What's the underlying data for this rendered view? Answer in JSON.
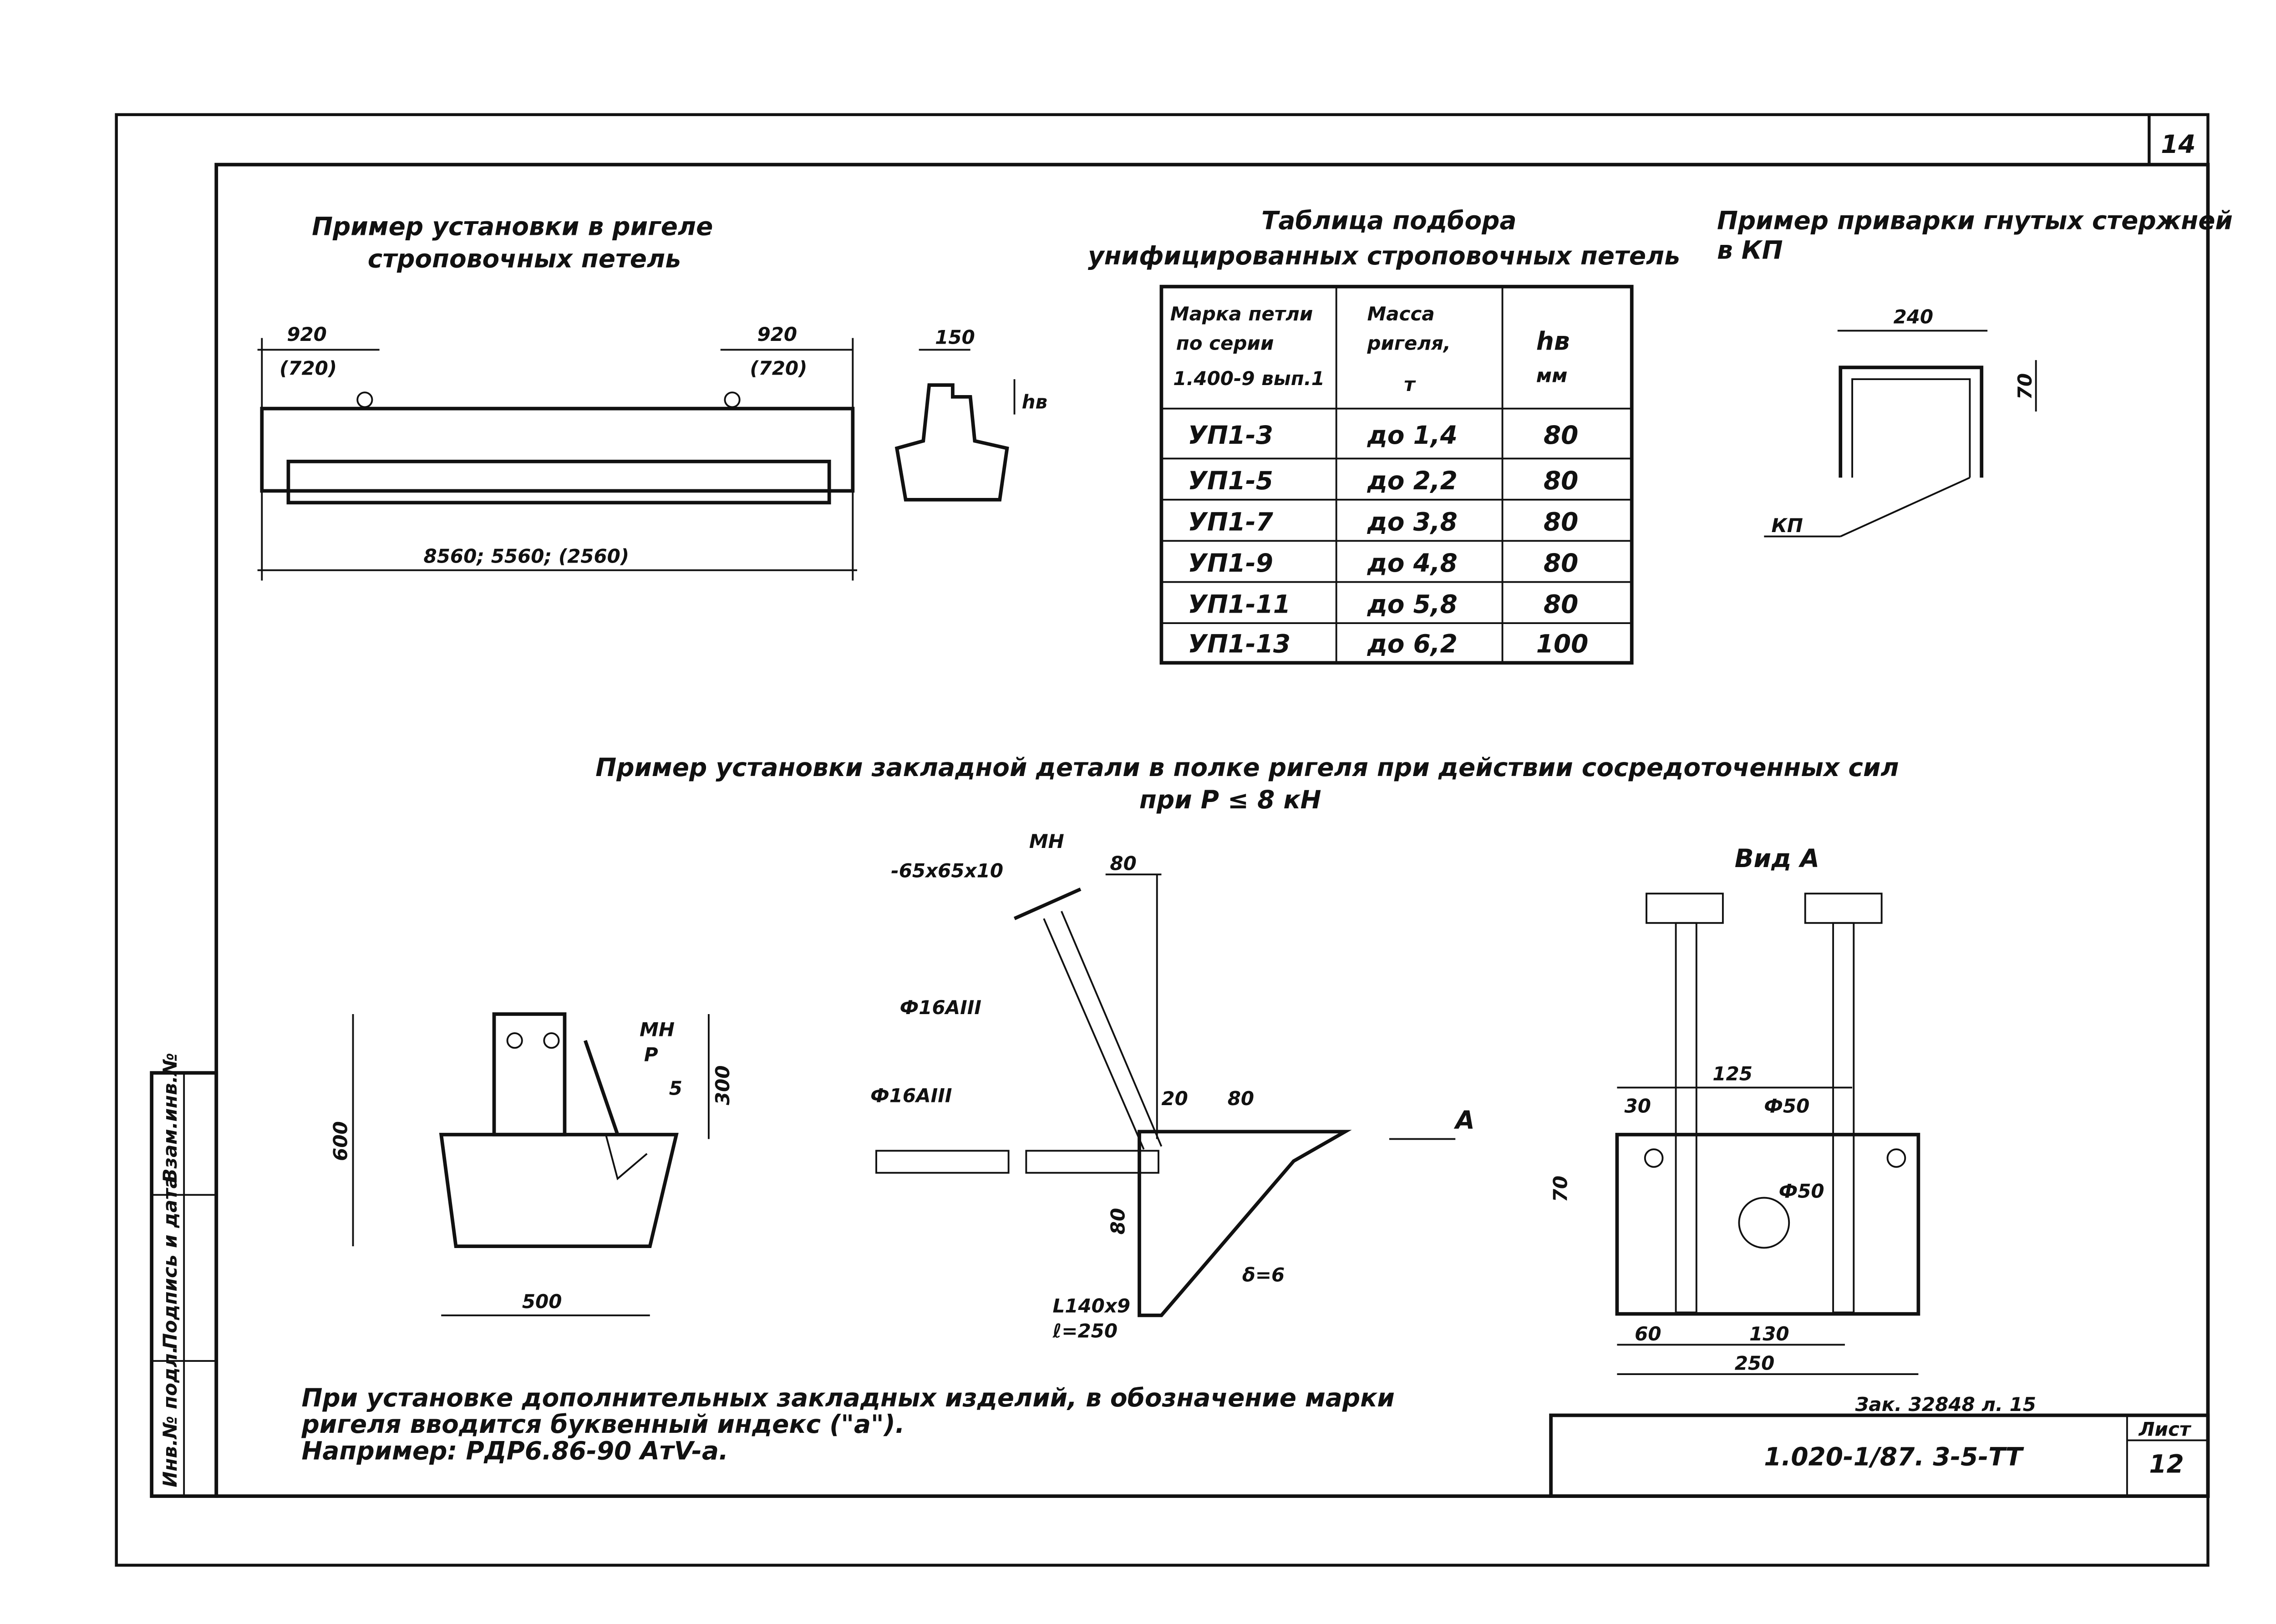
{
  "sheet_number": "14",
  "loops_example": {
    "title_1": "Пример установки в ригеле",
    "title_2": "строповочных петель",
    "dim_left": "920",
    "dim_left_alt": "(720)",
    "dim_right": "920",
    "dim_right_alt": "(720)",
    "dim_length": "8560; 5560; (2560)",
    "dim_section": "150",
    "hv": "hв"
  },
  "table": {
    "title_1": "Таблица подбора",
    "title_2": "унифицированных строповочных петель",
    "headers": [
      [
        "Марка петли",
        "по серии",
        "1.400-9 вып.1"
      ],
      [
        "Масса",
        "ригеля,",
        "т"
      ],
      [
        "hв",
        "мм"
      ]
    ],
    "rows": [
      [
        "УП1-3",
        "до 1,4",
        "80"
      ],
      [
        "УП1-5",
        "до 2,2",
        "80"
      ],
      [
        "УП1-7",
        "до 3,8",
        "80"
      ],
      [
        "УП1-9",
        "до 4,8",
        "80"
      ],
      [
        "УП1-11",
        "до 5,8",
        "80"
      ],
      [
        "УП1-13",
        "до 6,2",
        "100"
      ]
    ]
  },
  "bent_bars": {
    "title_1": "Пример приварки гнутых стержней",
    "title_2": "в КП",
    "dim_width": "240",
    "dim_height": "70",
    "label": "КП"
  },
  "embedded": {
    "title_1": "Пример установки закладной детали в полке ригеля при действии сосредоточенных сил",
    "title_2": "при P ≤ 8 кН",
    "left": {
      "dim_h": "600",
      "dim_w": "500",
      "dim_300": "300",
      "mn": "МН",
      "p": "P",
      "five": "5"
    },
    "middle": {
      "mn": "МН",
      "plate": "-65х65х10",
      "d80": "80",
      "bar1": "Ф16АIII",
      "bar2": "Ф16АIII",
      "d20": "20",
      "d80b": "80",
      "d80c": "80",
      "angle": "L140х9",
      "angle_len": "ℓ=250",
      "delta": "δ=6",
      "arrow_a": "A"
    },
    "view_a": {
      "title": "Вид А",
      "d125": "125",
      "d30": "30",
      "d50a": "Ф50",
      "d50b": "Ф50",
      "d70": "70",
      "d60": "60",
      "d130": "130",
      "d250": "250"
    }
  },
  "notes": {
    "line_1": "При установке дополнительных закладных изделий, в обозначение марки",
    "line_2": "ригеля вводится буквенный индекс (\"а\").",
    "line_3": "Например: РДР6.86-90 АтV-а."
  },
  "order_note": "Зак. 32848 л. 15",
  "stamp": {
    "code": "1.020-1/87. 3-5-ТТ",
    "sheet_label": "Лист",
    "sheet": "12"
  },
  "side_strip": [
    "Инв.№ подл.",
    "Подпись и дата",
    "Взам.инв.№"
  ]
}
